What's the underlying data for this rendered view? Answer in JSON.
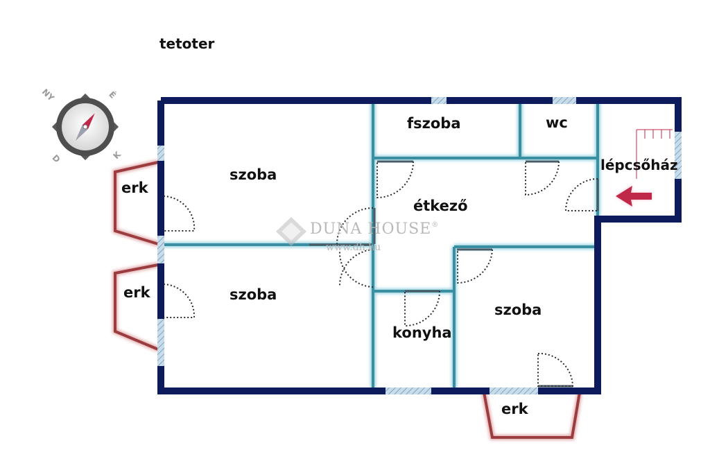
{
  "floor_label": "tetoter",
  "rooms": {
    "room_1": "szoba",
    "room_2": "szoba",
    "room_3": "szoba",
    "bathroom": "fszoba",
    "wc": "wc",
    "dining": "étkező",
    "kitchen": "konyha",
    "stairwell": "lépcsőház",
    "balcony_1": "erk",
    "balcony_2": "erk",
    "balcony_3": "erk"
  },
  "compass": {
    "n": "NY",
    "e": "É",
    "s": "D",
    "w": "K"
  },
  "watermark": {
    "brand": "DUNA HOUSE",
    "reg": "®",
    "url": "www.dh.hu"
  },
  "colors": {
    "outer_wall": "#0d1a5c",
    "inner_wall": "#3a8ea1",
    "balcony": "#9b3d3f",
    "entry_arrow": "#c0284a",
    "window": "#a9c5dc"
  }
}
